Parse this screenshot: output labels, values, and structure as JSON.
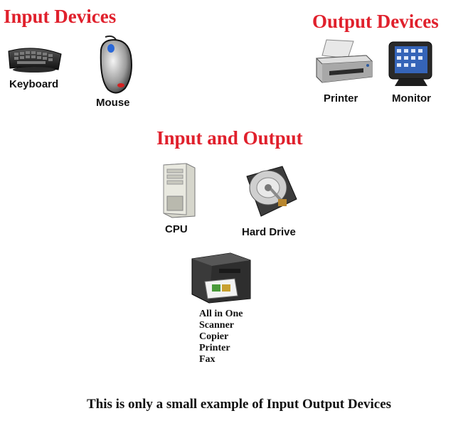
{
  "colors": {
    "heading": "#e0202c",
    "text": "#111111",
    "background": "#ffffff"
  },
  "sections": {
    "input": {
      "title": "Input Devices",
      "items": [
        {
          "label": "Keyboard",
          "icon": "keyboard-icon"
        },
        {
          "label": "Mouse",
          "icon": "mouse-icon"
        }
      ]
    },
    "output": {
      "title": "Output Devices",
      "items": [
        {
          "label": "Printer",
          "icon": "printer-icon"
        },
        {
          "label": "Monitor",
          "icon": "monitor-icon"
        }
      ]
    },
    "io": {
      "title": "Input and Output",
      "items": [
        {
          "label": "CPU",
          "icon": "cpu-tower-icon"
        },
        {
          "label": "Hard Drive",
          "icon": "hard-drive-icon"
        }
      ],
      "all_in_one": {
        "icon": "all-in-one-printer-icon",
        "lines": [
          "All in One",
          "Scanner",
          "Copier",
          "Printer",
          "Fax"
        ]
      }
    }
  },
  "caption": "This is only a small example of Input Output Devices"
}
